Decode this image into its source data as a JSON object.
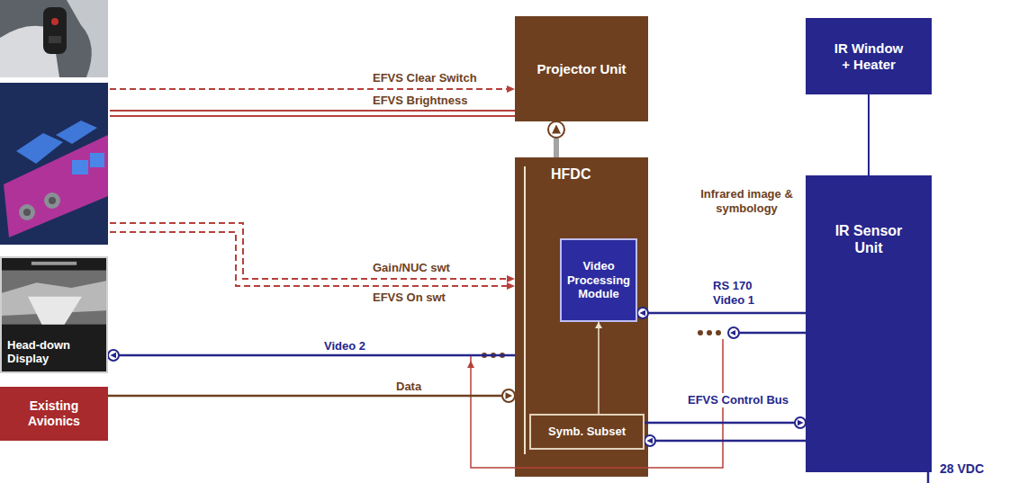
{
  "diagram": {
    "nodes": [
      {
        "text": [
          "Projector Unit"
        ]
      },
      {
        "text": [
          "IR Window + Heater"
        ]
      },
      {
        "text": [
          "HFDC"
        ]
      },
      {
        "text": [
          "Video Processing Module"
        ],
        "in": 2
      },
      {
        "text": [
          "Symb. Subset"
        ],
        "in": 2
      },
      {
        "text": [
          "IR Sensor Unit"
        ]
      },
      {
        "text": [
          "Head-down Display"
        ]
      },
      {
        "text": [
          "Existing Avionics"
        ]
      }
    ],
    "edges": [
      {
        "from": 2,
        "to": 0,
        "arrow": "to"
      },
      {
        "from": 1,
        "to": 5,
        "arrow": "none"
      },
      {
        "from": 5,
        "to": 3,
        "label": "RS 170 Video 1",
        "arrow": "to"
      },
      {
        "from": 4,
        "to": 3,
        "arrow": "to"
      },
      {
        "from": 4,
        "to": 5,
        "label": "EFVS Control Bus",
        "arrow": "to"
      },
      {
        "from": 5,
        "to": 4,
        "arrow": "to"
      },
      {
        "from": 2,
        "to": 6,
        "label": "Video 2",
        "arrow": "to"
      },
      {
        "from": 7,
        "to": 2,
        "label": "Data",
        "arrow": "to"
      }
    ],
    "labels": [
      "EFVS Clear Switch",
      "EFVS Brightness",
      "Gain/NUC swt",
      "EFVS On swt",
      "Infrared image & symbology",
      "28 VDC"
    ]
  }
}
